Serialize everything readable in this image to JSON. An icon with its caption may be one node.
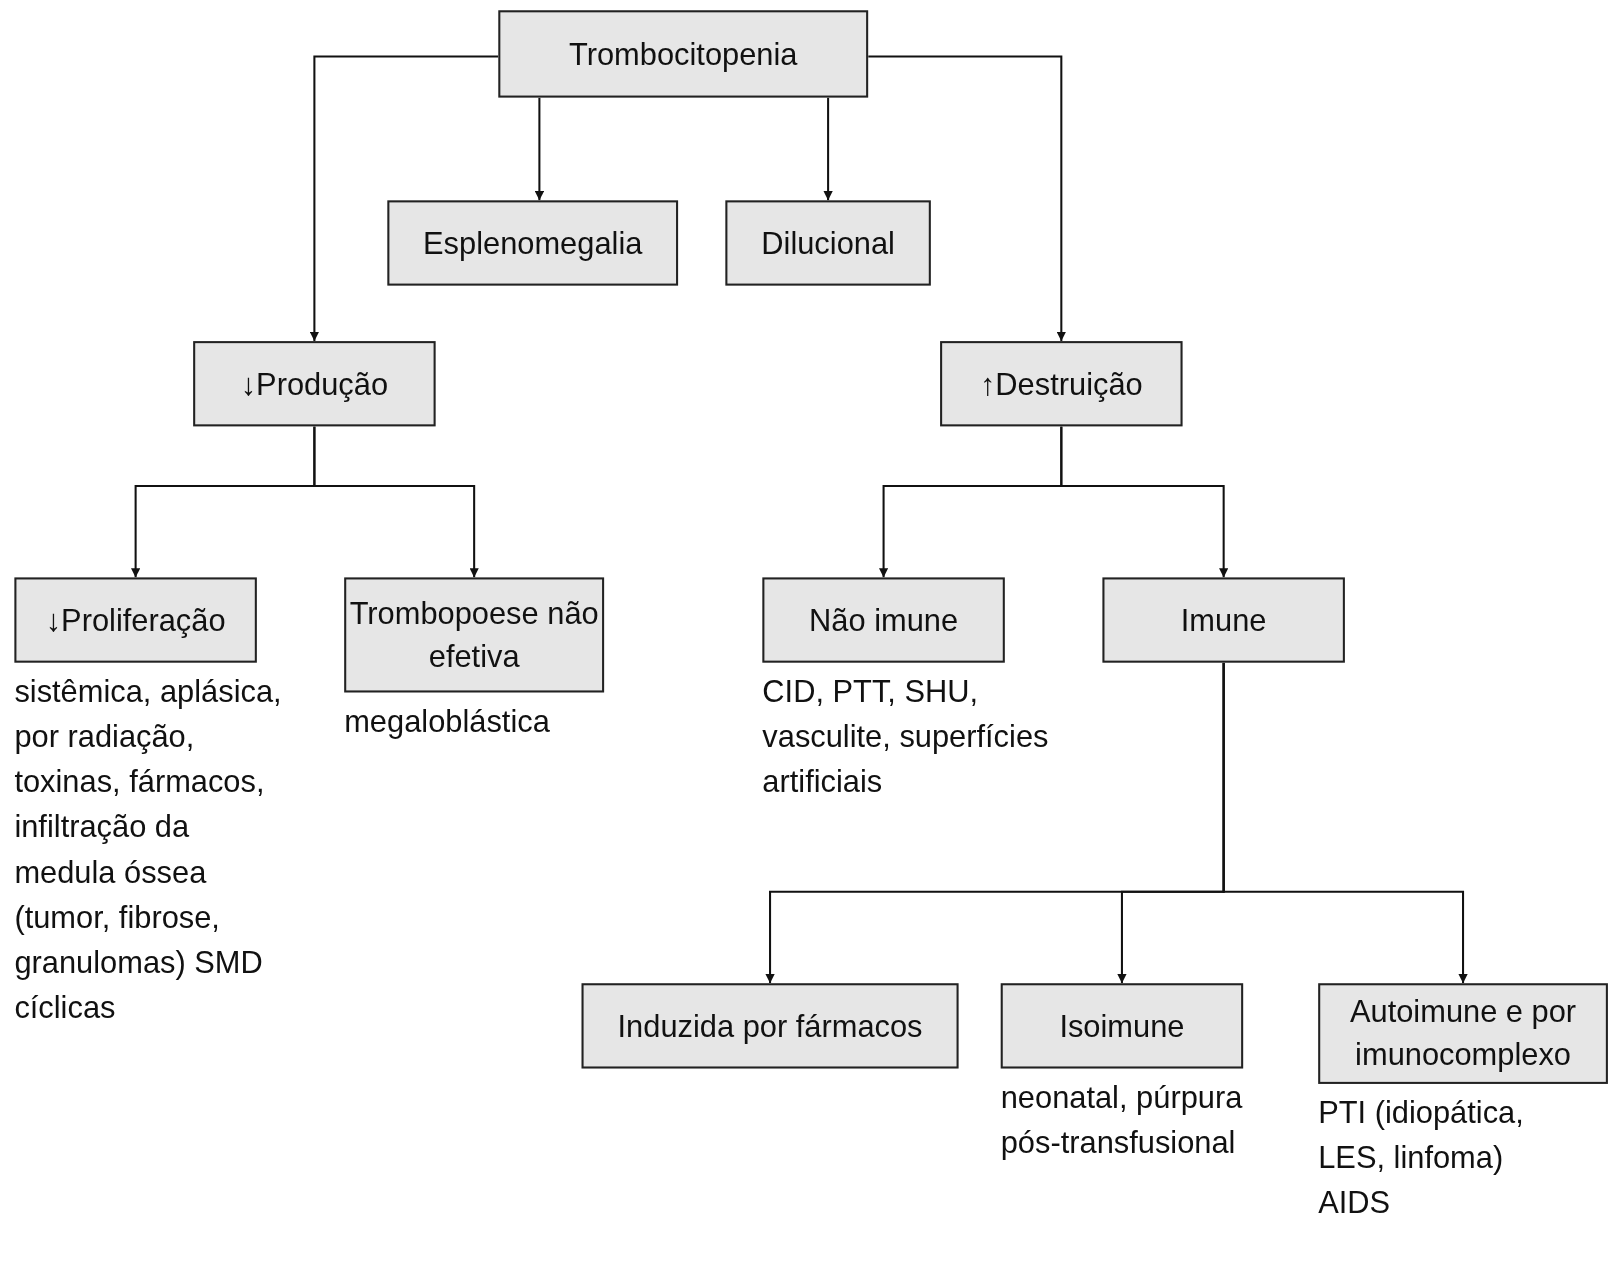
{
  "diagram": {
    "nodes": [
      {
        "text": [
          "Trombocitopenia"
        ]
      },
      {
        "text": [
          "Esplenomegalia"
        ]
      },
      {
        "text": [
          "Dilucional"
        ]
      },
      {
        "text": [
          "↓Produção"
        ]
      },
      {
        "text": [
          "↑Destruição"
        ]
      },
      {
        "text": [
          "↓Proliferação"
        ],
        "beside": [
          "sistêmica, aplásica, por radiação, toxinas, fármacos, infiltração da medula óssea (tumor, fibrose, granulomas) SMD cíclicas"
        ]
      },
      {
        "text": [
          "Trombopoese não efetiva"
        ],
        "beside": [
          "megaloblástica"
        ]
      },
      {
        "text": [
          "Não imune"
        ],
        "beside": [
          "CID, PTT, SHU, vasculite, superfícies artificiais"
        ]
      },
      {
        "text": [
          "Imune"
        ]
      },
      {
        "text": [
          "Induzida por fármacos"
        ]
      },
      {
        "text": [
          "Isoimune"
        ],
        "beside": [
          "neonatal, púrpura pós-transfusional"
        ]
      },
      {
        "text": [
          "Autoimune e por imunocomplexo"
        ],
        "beside": [
          "PTI (idiopática, LES, linfoma) AIDS"
        ]
      }
    ],
    "edges": [
      {
        "from": 0,
        "to": 1,
        "arrow": "to"
      },
      {
        "from": 0,
        "to": 2,
        "arrow": "to"
      },
      {
        "from": 0,
        "to": 3,
        "arrow": "to"
      },
      {
        "from": 0,
        "to": 4,
        "arrow": "to"
      },
      {
        "from": 3,
        "to": 5,
        "arrow": "to"
      },
      {
        "from": 3,
        "to": 6,
        "arrow": "to"
      },
      {
        "from": 4,
        "to": 7,
        "arrow": "to"
      },
      {
        "from": 4,
        "to": 8,
        "arrow": "to"
      },
      {
        "from": 8,
        "to": 9,
        "arrow": "to"
      },
      {
        "from": 8,
        "to": 10,
        "arrow": "to"
      },
      {
        "from": 8,
        "to": 11,
        "arrow": "to"
      }
    ]
  }
}
